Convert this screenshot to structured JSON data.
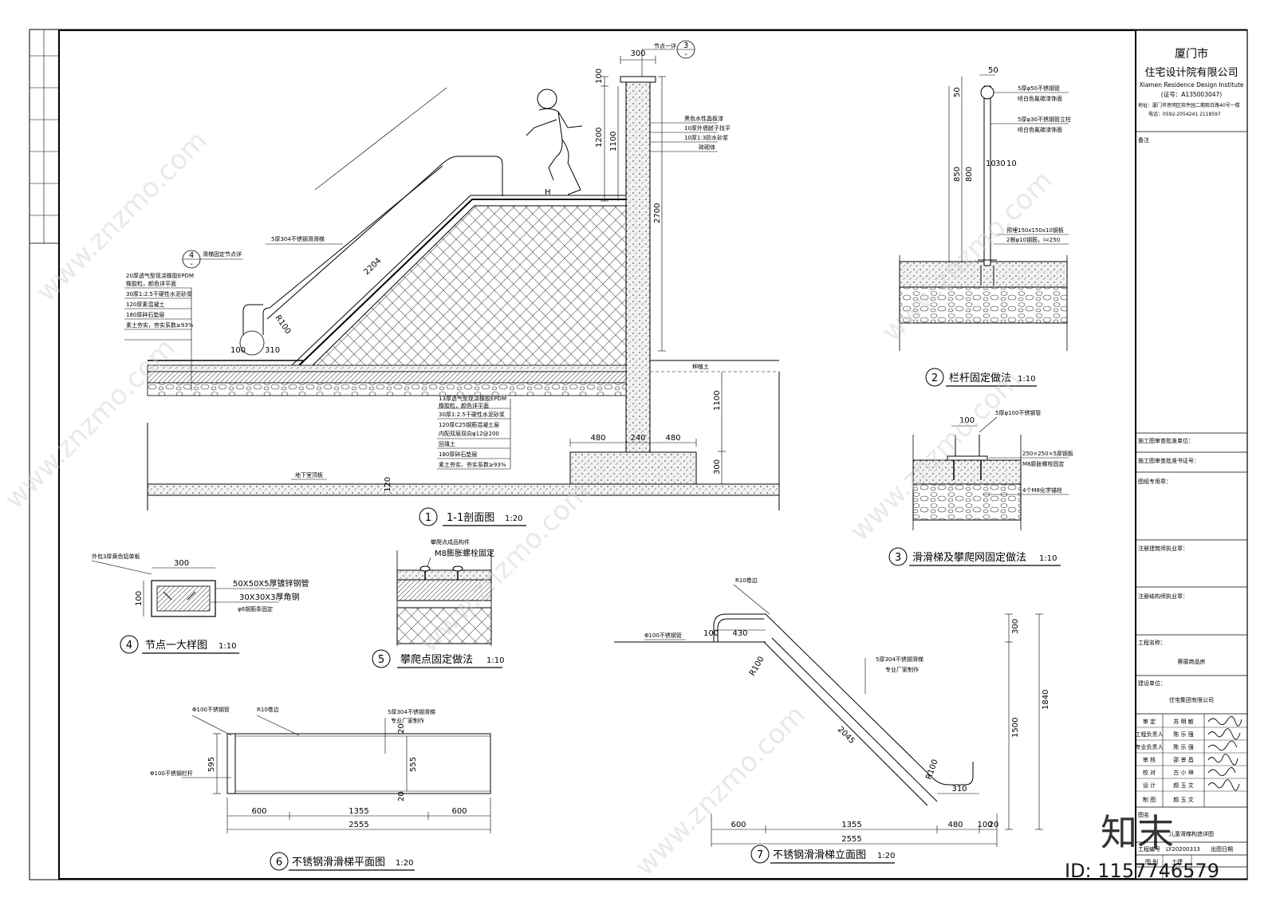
{
  "titleblock": {
    "city": "厦门市",
    "company": "住宅设计院有限公司",
    "company_en": "Xiamen Residence Design Institute",
    "cert": "(证号：A135003047)",
    "address": "地址：厦门市思明区软件园二期观日路40号一楼",
    "phone": "电话：0592-2054241  2118597",
    "notes_label": "备注",
    "review_unit_label": "施工图审查批准单位：",
    "review_cert_label": "施工图审查批准书证号：",
    "seal_label": "图纸专用章：",
    "architect_label": "注册建筑师执业章：",
    "structural_label": "注册结构师执业章：",
    "project_label": "工程名称：",
    "project_value": "蔡厝商品房",
    "client_label": "建设单位：",
    "client_value": "住宅集团有限公司",
    "roles": [
      {
        "role": "审 定",
        "name": "苏 明 敏"
      },
      {
        "role": "工程负责人",
        "name": "陈 乐 强"
      },
      {
        "role": "专业负责人",
        "name": "陈 乐 强"
      },
      {
        "role": "审 核",
        "name": "邵 景 昌"
      },
      {
        "role": "校 对",
        "name": "古 小 坤"
      },
      {
        "role": "设 计",
        "name": "颜 玉 文"
      },
      {
        "role": "制 图",
        "name": "颜 玉 文"
      }
    ],
    "drawing_name_label": "图名",
    "drawing_name_value": "儿童滑梯构造详图",
    "project_no_label": "工程编号",
    "project_no_value": "LY20200313",
    "issue_date_label": "出图日期",
    "category_label": "图 别",
    "category_value": "土建"
  },
  "details": {
    "d1": {
      "num": "1",
      "title": "1-1剖面图",
      "scale": "1:20"
    },
    "d2": {
      "num": "2",
      "title": "栏杆固定做法",
      "scale": "1:10"
    },
    "d3": {
      "num": "3",
      "title": "滑滑梯及攀爬网固定做法",
      "scale": "1:10"
    },
    "d4": {
      "num": "4",
      "title": "节点一大样图",
      "scale": "1:10"
    },
    "d5": {
      "num": "5",
      "title": "攀爬点固定做法",
      "scale": "1:10"
    },
    "d6": {
      "num": "6",
      "title": "不锈钢滑滑梯平面图",
      "scale": "1:20"
    },
    "d7": {
      "num": "7",
      "title": "不锈钢滑滑梯立面图",
      "scale": "1:20"
    }
  },
  "section1": {
    "dims": [
      "300",
      "100",
      "1200",
      "1100",
      "2700",
      "2204",
      "R100",
      "100",
      "310",
      "1100",
      "300",
      "480",
      "240",
      "480",
      "120",
      "H"
    ],
    "node_ref": "节点一详",
    "node_ref_num": "3",
    "node_ref_den": "-",
    "slide_ref": "滑梯固定节点详",
    "slide_ref_num": "4",
    "slide_ref_den": "-",
    "slide_note": "5厚304不锈钢滑滑梯",
    "wall_notes": [
      "黑色水性晶板漆",
      "10厚外墙腻子找平",
      "10厚1:3防水砂浆",
      "砖砌体"
    ],
    "fill_soil": "种植土",
    "basement_roof": "地下室顶板",
    "layers_left": [
      "20厚透气型现浇橡胶EPDM",
      "橡胶粒，颜色详平面",
      "30厚1:2.5干硬性水泥砂浆",
      "120厚素混凝土",
      "180厚碎石垫层",
      "素土夯实，夯实系数≥93%"
    ],
    "layers_mid": [
      "13厚透气型现浇橡胶EPDM",
      "橡胶粒，颜色详平面",
      "30厚1:2.5干硬性水泥砂浆",
      "120厚C25钢筋混凝土层",
      "内配双层双向φ12@200",
      "回填土",
      "180厚碎石垫层",
      "素土夯实，夯实系数≥93%"
    ]
  },
  "railing2": {
    "dims": [
      "50",
      "50",
      "850",
      "800",
      "10",
      "30",
      "10"
    ],
    "notes": [
      "5厚φ50不锈钢管",
      "喷白色氟碳漆饰面",
      "5厚φ30不锈钢管立柱",
      "喷白色氟碳漆饰面",
      "预埋150x150x10钢板",
      "2根φ10钢筋，l=250"
    ]
  },
  "fix3": {
    "dims": [
      "100"
    ],
    "notes": [
      "5厚φ100不锈钢管",
      "250×250×5厚钢板",
      "M8膨胀螺栓固定",
      "4个M8化学锚栓"
    ]
  },
  "node4": {
    "dims": [
      "300",
      "100"
    ],
    "notes": [
      "外包3厚黄色铝单板",
      "50X50X5厚镀锌钢管",
      "30X30X3厚角钢",
      "φ6钢筋条固定"
    ]
  },
  "climb5": {
    "notes": [
      "攀爬点成品构件",
      "M8膨胀螺栓固定"
    ]
  },
  "plan6": {
    "dims": [
      "600",
      "1355",
      "600",
      "2555",
      "595",
      "555",
      "20",
      "20"
    ],
    "notes": [
      "Φ100不锈钢管",
      "R10卷边",
      "5厚304不锈钢滑梯",
      "专业厂家制作",
      "Φ100不锈钢栏杆"
    ]
  },
  "elev7": {
    "dims": [
      "100",
      "430",
      "R100",
      "2045",
      "R100",
      "310",
      "600",
      "1355",
      "480",
      "100",
      "20",
      "2555",
      "300",
      "1840",
      "1500"
    ],
    "notes": [
      "R10卷边",
      "Φ100不锈钢管",
      "5厚304不锈钢滑梯",
      "专业厂家制作"
    ]
  },
  "watermark": {
    "brand": "知末",
    "id": "ID: 1157746579",
    "site": "www.znzmo.com"
  }
}
